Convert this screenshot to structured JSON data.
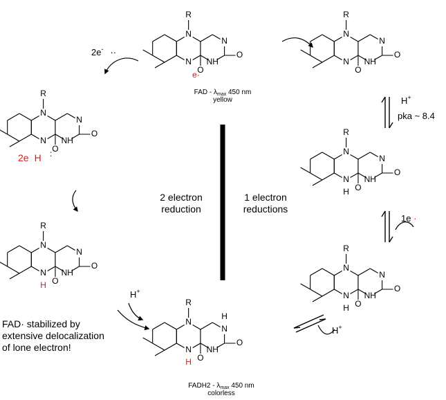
{
  "colors": {
    "ink": "#000000",
    "red": "#d81b1b"
  },
  "captions": {
    "fad_name": "FAD - λ",
    "fad_sub": "max",
    "fad_tail": " 450 nm",
    "fad_color": "yellow",
    "fadh2_name": "FADH2 - λ",
    "fadh2_sub": "max",
    "fadh2_tail": " 450 nm",
    "fadh2_color": "colorless"
  },
  "labels": {
    "two_e_top": "2e",
    "two_e_sup": "-",
    "two_e_dots": "··",
    "two_e_hydride": "2e",
    "hydride_H": "H",
    "e_dot": "e",
    "h_plus_right": "H",
    "h_plus_mid": "H",
    "h_plus_bottom": "H",
    "plus_sup": "+",
    "pka": "pka ~ 8.4",
    "one_e": "1e",
    "two_electron_line1": "2 electron",
    "two_electron_line2": "reduction",
    "one_electron_line1": "1 electron",
    "one_electron_line2": "reductions",
    "note_line1": "FAD·  stabilized by",
    "note_line2": "extensive delocalization",
    "note_line3": "of lone electron!"
  },
  "atoms": {
    "R": "R",
    "N": "N",
    "O": "O",
    "H": "H",
    "NH": "NH",
    "O_minus": "O",
    "minus": "−",
    "plus": "+"
  }
}
